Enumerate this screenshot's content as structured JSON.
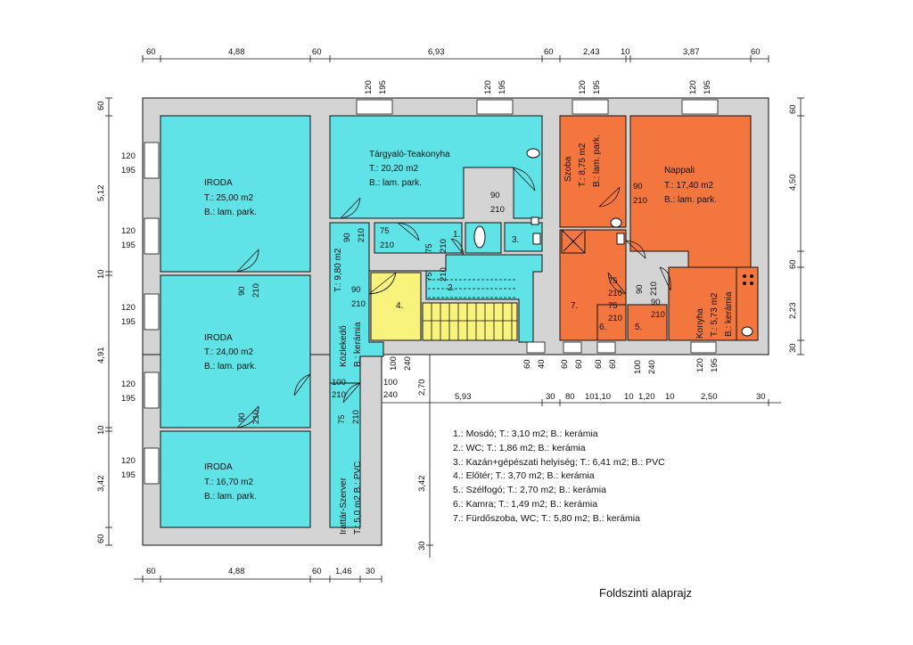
{
  "title": "Foldszinti alaprajz",
  "colors": {
    "cyan": "#5fe3e6",
    "orange": "#f2763e",
    "yellow": "#f8f37c",
    "wall": "#d4d4d4",
    "ink": "#111111"
  },
  "dims_top": [
    "60",
    "4,88",
    "60",
    "6,93",
    "60",
    "2,43",
    "10",
    "3,87",
    "60"
  ],
  "dims_bottom_left": [
    "60",
    "4,88",
    "60",
    "1,46",
    "30"
  ],
  "dims_right_mid": [
    "2,70",
    "5,93",
    "30",
    "80",
    "101,10",
    "10",
    "1,20",
    "10",
    "2,50",
    "30"
  ],
  "dims_left_vertical": [
    "60",
    "5,12",
    "10",
    "4,91",
    "10",
    "3,42",
    "60"
  ],
  "dims_right_vertical": [
    "60",
    "4,50",
    "60",
    "2,23",
    "30"
  ],
  "dims_mid_vertical": [
    "3,42",
    "30"
  ],
  "window_pair": [
    "120",
    "195"
  ],
  "door_labels": {
    "d90": "90",
    "d210": "210",
    "d75": "75",
    "d100": "100",
    "d240": "240",
    "d60": "60",
    "d40": "40"
  },
  "rooms": {
    "iroda1": {
      "name": "IRODA",
      "area": "T.: 25,00 m2",
      "floor": "B.: lam. park."
    },
    "iroda2": {
      "name": "IRODA",
      "area": "T.: 24,00 m2",
      "floor": "B.: lam. park."
    },
    "iroda3": {
      "name": "IRODA",
      "area": "T.: 16,70 m2",
      "floor": "B.: lam. park."
    },
    "targyalo": {
      "name": "Tárgyaló-Teakonyha",
      "area": "T.: 20,20 m2",
      "floor": "B.: lam. park."
    },
    "kozlekedo": {
      "name": "Közlekedő",
      "area": "T.: 9,80 m2",
      "floor": "B.: kerámia"
    },
    "irattar": {
      "name": "Irattár-Szerver",
      "area": "T.: 5,0 m2 B.: PVC"
    },
    "szoba": {
      "name": "Szoba",
      "area": "T.: 8,75 m2",
      "floor": "B.: lam. park."
    },
    "nappali": {
      "name": "Nappali",
      "area": "T.: 17,40 m2",
      "floor": "B.: lam. park."
    },
    "konyha": {
      "name": "Konyha",
      "area": "T.: 5,73 m2",
      "floor": "B.: kerámia"
    }
  },
  "room_numbers": [
    "1.",
    "2.",
    "3.",
    "4.",
    "5.",
    "6.",
    "7."
  ],
  "legend": [
    "1.: Mosdó; T.: 3,10 m2; B.: kerámia",
    "2.: WC; T.: 1,86 m2; B.: kerámia",
    "3.: Kazán+gépészati helyiség; T.: 6,41 m2; B.: PVC",
    "4.: Előtér; T.: 3,70 m2; B.: kerámia",
    "5.: Szélfogó; T.: 2,70 m2; B.: kerámia",
    "6.: Kamra; T.: 1,49 m2; B.: kerámia",
    "7.: Fürdőszoba, WC; T.: 5,80 m2; B.: kerámia"
  ]
}
